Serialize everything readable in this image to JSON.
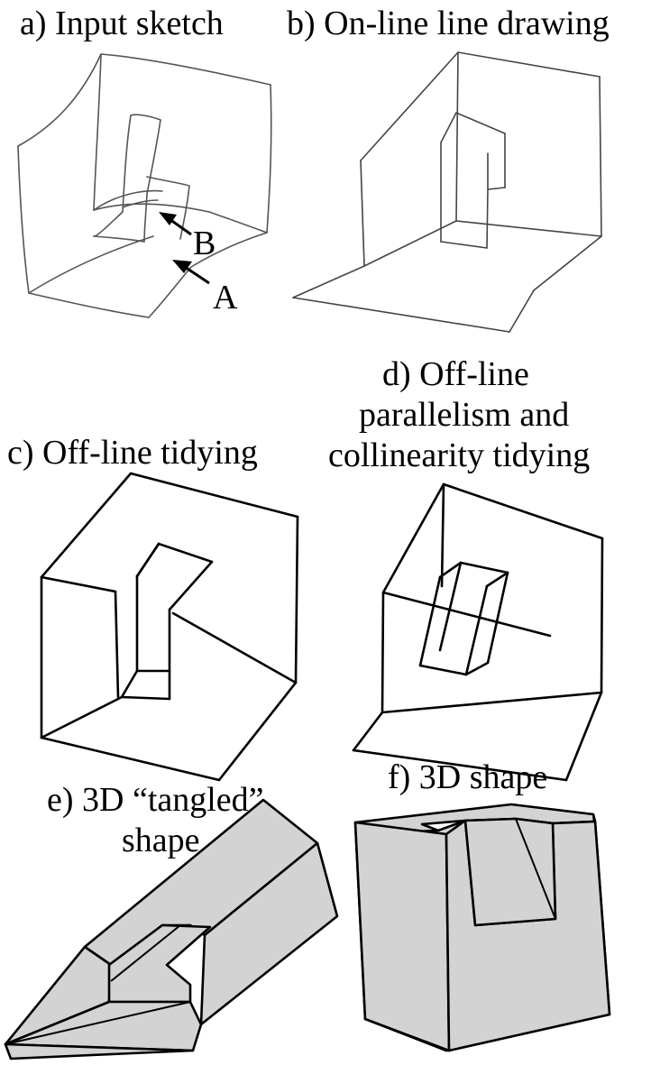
{
  "panels": {
    "a": {
      "title": "a) Input sketch",
      "marker_a": "A",
      "marker_b": "B"
    },
    "b": {
      "title": "b) On-line line drawing"
    },
    "c": {
      "title": "c) Off-line tidying"
    },
    "d": {
      "title_line1": "d) Off-line",
      "title_line2": "parallelism and",
      "title_line3": "collinearity tidying"
    },
    "e": {
      "title_line1": "e) 3D “tangled”",
      "title_line2": "shape"
    },
    "f": {
      "title": "f) 3D shape"
    }
  },
  "colors": {
    "face_fill": "#d3d3d3",
    "edge": "#000000",
    "sketch_stroke": "#555555"
  }
}
